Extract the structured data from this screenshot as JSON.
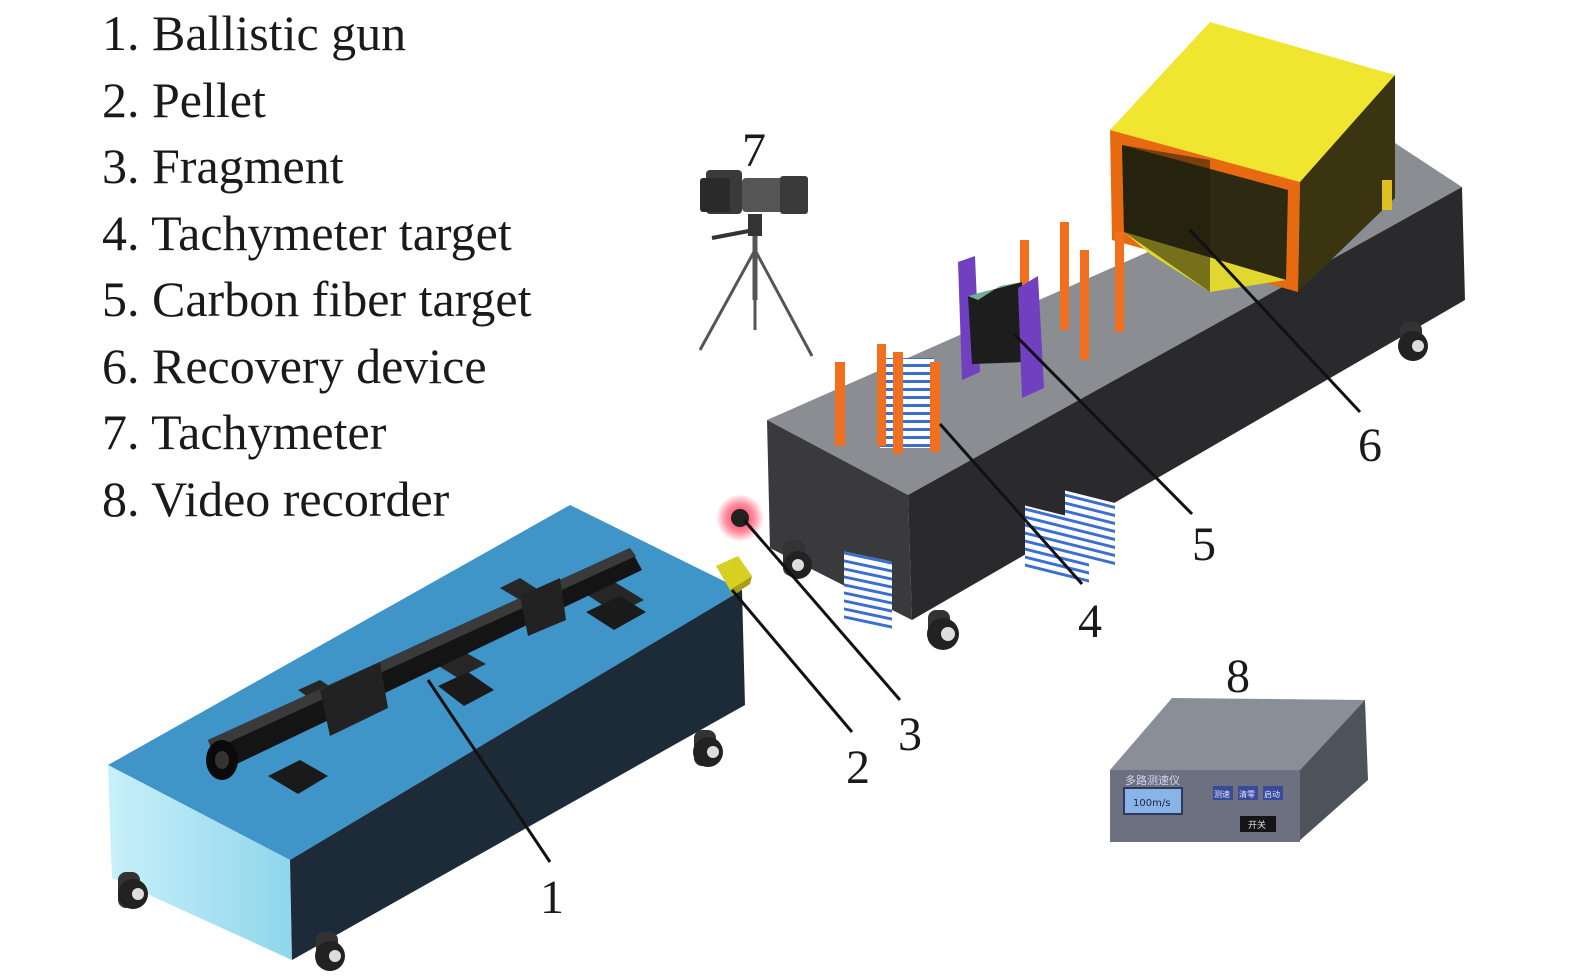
{
  "legend": [
    "1. Ballistic gun",
    "2. Pellet",
    "3. Fragment",
    "4. Tachymeter target",
    "5. Carbon fiber target",
    "6. Recovery device",
    "7. Tachymeter",
    "8. Video recorder"
  ],
  "callouts": [
    "1",
    "2",
    "3",
    "4",
    "5",
    "6",
    "7",
    "8"
  ],
  "recorder": {
    "title": "多路测速仪",
    "display": "100m/s",
    "buttons": [
      "测速",
      "清零",
      "启动"
    ],
    "power": "开关"
  },
  "colors": {
    "gun_table_top": "#3f95c8",
    "gun_table_front": "#1d2a38",
    "gun_table_side": "#a9def0",
    "target_table_top": "#8a8d92",
    "target_table_front": "#2a2a2c",
    "tachymeter_post": "#f07020",
    "carbon_plate": "#7040c0",
    "recovery_box": "#e8e030",
    "recovery_frame": "#e86a10",
    "fragment_glow": "#e0203c",
    "pellet": "#d8d020",
    "recorder_body": "#707480",
    "recorder_screen": "#8ab4e8"
  }
}
